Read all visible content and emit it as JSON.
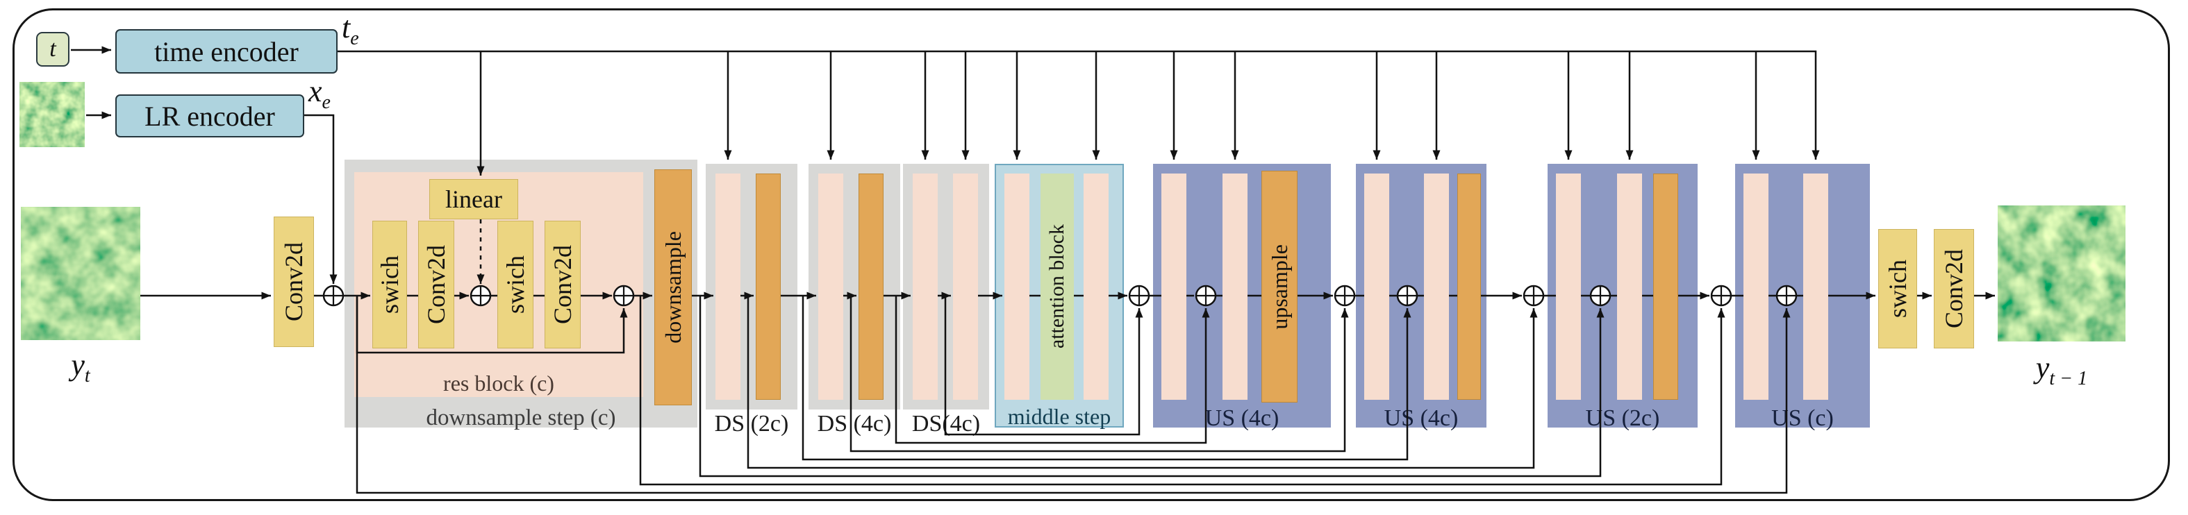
{
  "encoders": {
    "t_input_label": "t",
    "time_encoder_label": "time encoder",
    "time_embedding": {
      "base": "t",
      "sub": "e"
    },
    "lr_encoder_label": "LR encoder",
    "lr_embedding": {
      "base": "x",
      "sub": "e"
    }
  },
  "io": {
    "input": {
      "base": "y",
      "sub": "t"
    },
    "output": {
      "base": "y",
      "sub": "t − 1"
    }
  },
  "stem": {
    "conv_label": "Conv2d"
  },
  "downsample_step": {
    "label": "downsample step (c)",
    "res_block": {
      "label": "res block (c)",
      "act1": "swich",
      "conv1": "Conv2d",
      "linear": "linear",
      "act2": "swich",
      "conv2": "Conv2d"
    },
    "downsample_label": "downsample"
  },
  "ds_blocks": [
    {
      "label": "DS (2c)"
    },
    {
      "label": "DS (4c)"
    },
    {
      "label": "DS(4c)"
    }
  ],
  "middle": {
    "label": "middle step",
    "attention_label": "attention block"
  },
  "us_blocks": [
    {
      "label": "US (4c)",
      "upsample_label": "upsample"
    },
    {
      "label": "US (4c)"
    },
    {
      "label": "US (2c)"
    },
    {
      "label": "US (c)"
    }
  ],
  "head": {
    "act_label": "swich",
    "conv_label": "Conv2d"
  },
  "colors": {
    "yellow_box": "#ecd581",
    "orange_bar": "#e2a757",
    "pink_bar": "#f7ddcf",
    "gray_block": "#d8d8d6",
    "encoder_blue": "#aed3de",
    "middle_blue": "#bcd9e3",
    "attention_green": "#cfe0ae",
    "us_blue": "#8d99c3",
    "t_chip_green": "#dfe9c6"
  }
}
